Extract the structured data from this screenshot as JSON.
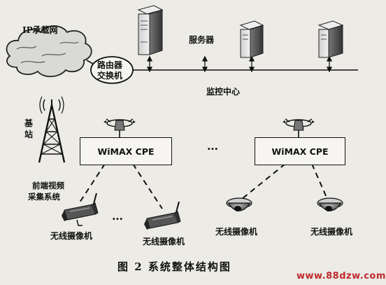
{
  "labels": {
    "ip_network": "IP承载网",
    "router_switch_line1": "路由器",
    "router_switch_line2": "交换机",
    "servers": "服务器",
    "monitoring_center": "监控中心",
    "base_station": "基站",
    "cpe_left": "WiMAX CPE",
    "cpe_right": "WiMAX CPE",
    "front_end_line1": "前端视频",
    "front_end_line2": "采集系统",
    "ellipsis_middle": "…",
    "ellipsis_cameras": "…",
    "camera_1": "无线摄像机",
    "camera_2": "无线摄像机",
    "camera_3": "无线摄像机",
    "camera_4": "无线摄像机"
  },
  "caption": "图 2   系统整体结构图",
  "watermark": "www.88dzw.com"
}
